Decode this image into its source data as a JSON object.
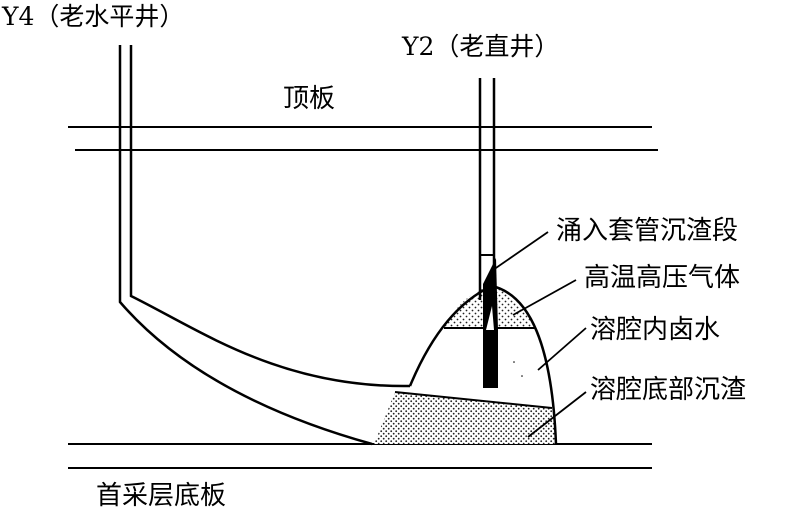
{
  "labels": {
    "well_y4": "Y4（老水平井）",
    "well_y2": "Y2（老直井）",
    "roof": "顶板",
    "floor": "首采层底板",
    "casing_debris": "涌入套管沉渣段",
    "hot_gas": "高温高压气体",
    "brine": "溶腔内卤水",
    "bottom_debris": "溶腔底部沉渣"
  },
  "colors": {
    "line": "#000000",
    "background": "#ffffff",
    "debris_dot": "#333333"
  }
}
